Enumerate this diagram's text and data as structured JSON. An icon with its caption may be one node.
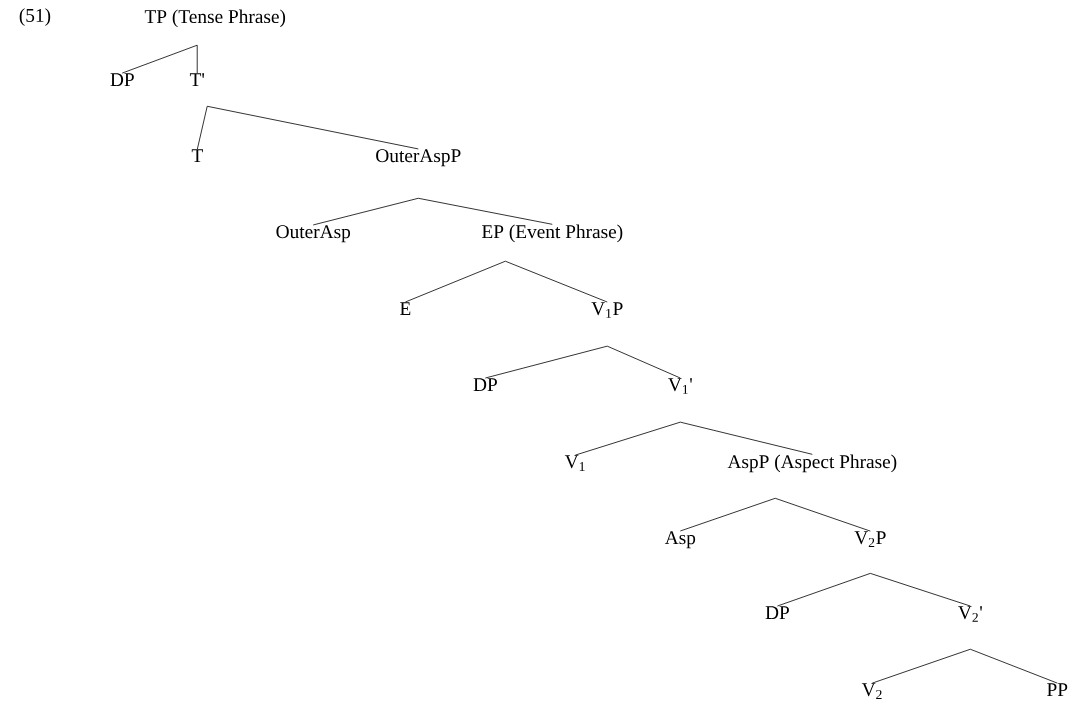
{
  "diagram": {
    "nodes": [
      {
        "text": [
          "TP (Tense Phrase)"
        ]
      },
      {
        "text": [
          "DP"
        ]
      },
      {
        "text": [
          "T'"
        ]
      },
      {
        "text": [
          "T"
        ]
      },
      {
        "text": [
          "OuterAspP"
        ]
      },
      {
        "text": [
          "OuterAsp"
        ]
      },
      {
        "text": [
          "EP (Event Phrase)"
        ]
      },
      {
        "text": [
          "E"
        ]
      },
      {
        "text": [
          "V$_{1}$P"
        ]
      },
      {
        "text": [
          "DP"
        ]
      },
      {
        "text": [
          "V$_{1}$'"
        ]
      },
      {
        "text": [
          "V$_{1}$"
        ]
      },
      {
        "text": [
          "AspP (Aspect Phrase)"
        ]
      },
      {
        "text": [
          "Asp"
        ]
      },
      {
        "text": [
          "V$_{2}$P"
        ]
      },
      {
        "text": [
          "DP"
        ]
      },
      {
        "text": [
          "V$_{2}$'"
        ]
      },
      {
        "text": [
          "V$_{2}$"
        ]
      },
      {
        "text": [
          "PP"
        ]
      }
    ],
    "edges": [
      {
        "from": 0,
        "to": 1,
        "arrow": "none"
      },
      {
        "from": 0,
        "to": 2,
        "arrow": "none"
      },
      {
        "from": 2,
        "to": 3,
        "arrow": "none"
      },
      {
        "from": 2,
        "to": 4,
        "arrow": "none"
      },
      {
        "from": 4,
        "to": 5,
        "arrow": "none"
      },
      {
        "from": 4,
        "to": 6,
        "arrow": "none"
      },
      {
        "from": 6,
        "to": 7,
        "arrow": "none"
      },
      {
        "from": 6,
        "to": 8,
        "arrow": "none"
      },
      {
        "from": 8,
        "to": 9,
        "arrow": "none"
      },
      {
        "from": 8,
        "to": 10,
        "arrow": "none"
      },
      {
        "from": 10,
        "to": 11,
        "arrow": "none"
      },
      {
        "from": 10,
        "to": 12,
        "arrow": "none"
      },
      {
        "from": 12,
        "to": 13,
        "arrow": "none"
      },
      {
        "from": 12,
        "to": 14,
        "arrow": "none"
      },
      {
        "from": 14,
        "to": 15,
        "arrow": "none"
      },
      {
        "from": 14,
        "to": 16,
        "arrow": "none"
      },
      {
        "from": 16,
        "to": 17,
        "arrow": "none"
      },
      {
        "from": 16,
        "to": 18,
        "arrow": "none"
      }
    ],
    "labels": [
      "(51)"
    ]
  }
}
